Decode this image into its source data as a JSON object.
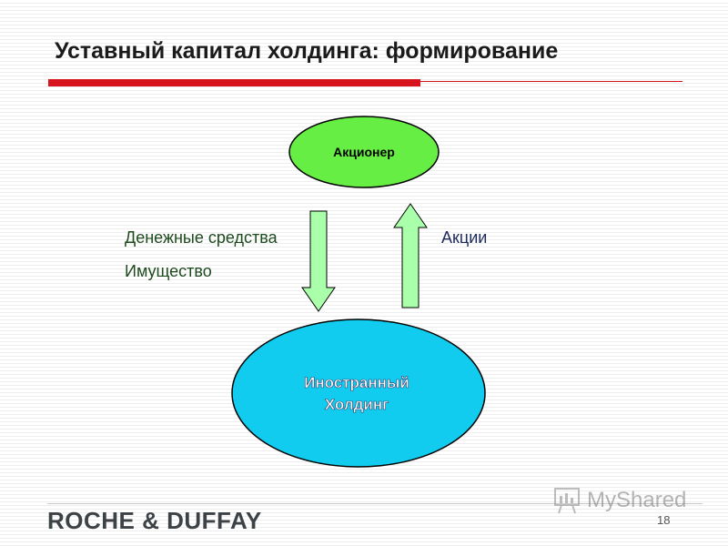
{
  "slide": {
    "title": "Уставный капитал холдинга: формирование",
    "page_number": "18"
  },
  "diagram": {
    "top_node": {
      "label": "Акционер",
      "fill": "#66ee44"
    },
    "bottom_node": {
      "label_line1": "Иностранный",
      "label_line2": "Холдинг",
      "fill": "#11ccee"
    },
    "down_arrow": {
      "labels": [
        "Денежные средства",
        "Имущество"
      ],
      "fill": "#aaffaa"
    },
    "up_arrow": {
      "label": "Акции",
      "fill": "#aaffaa"
    }
  },
  "footer": {
    "brand": "ROCHE & DUFFAY",
    "watermark": "MyShared"
  },
  "colors": {
    "accent": "#d7141e",
    "label_left": "#1e4a1e",
    "label_right": "#1e2a5a"
  }
}
